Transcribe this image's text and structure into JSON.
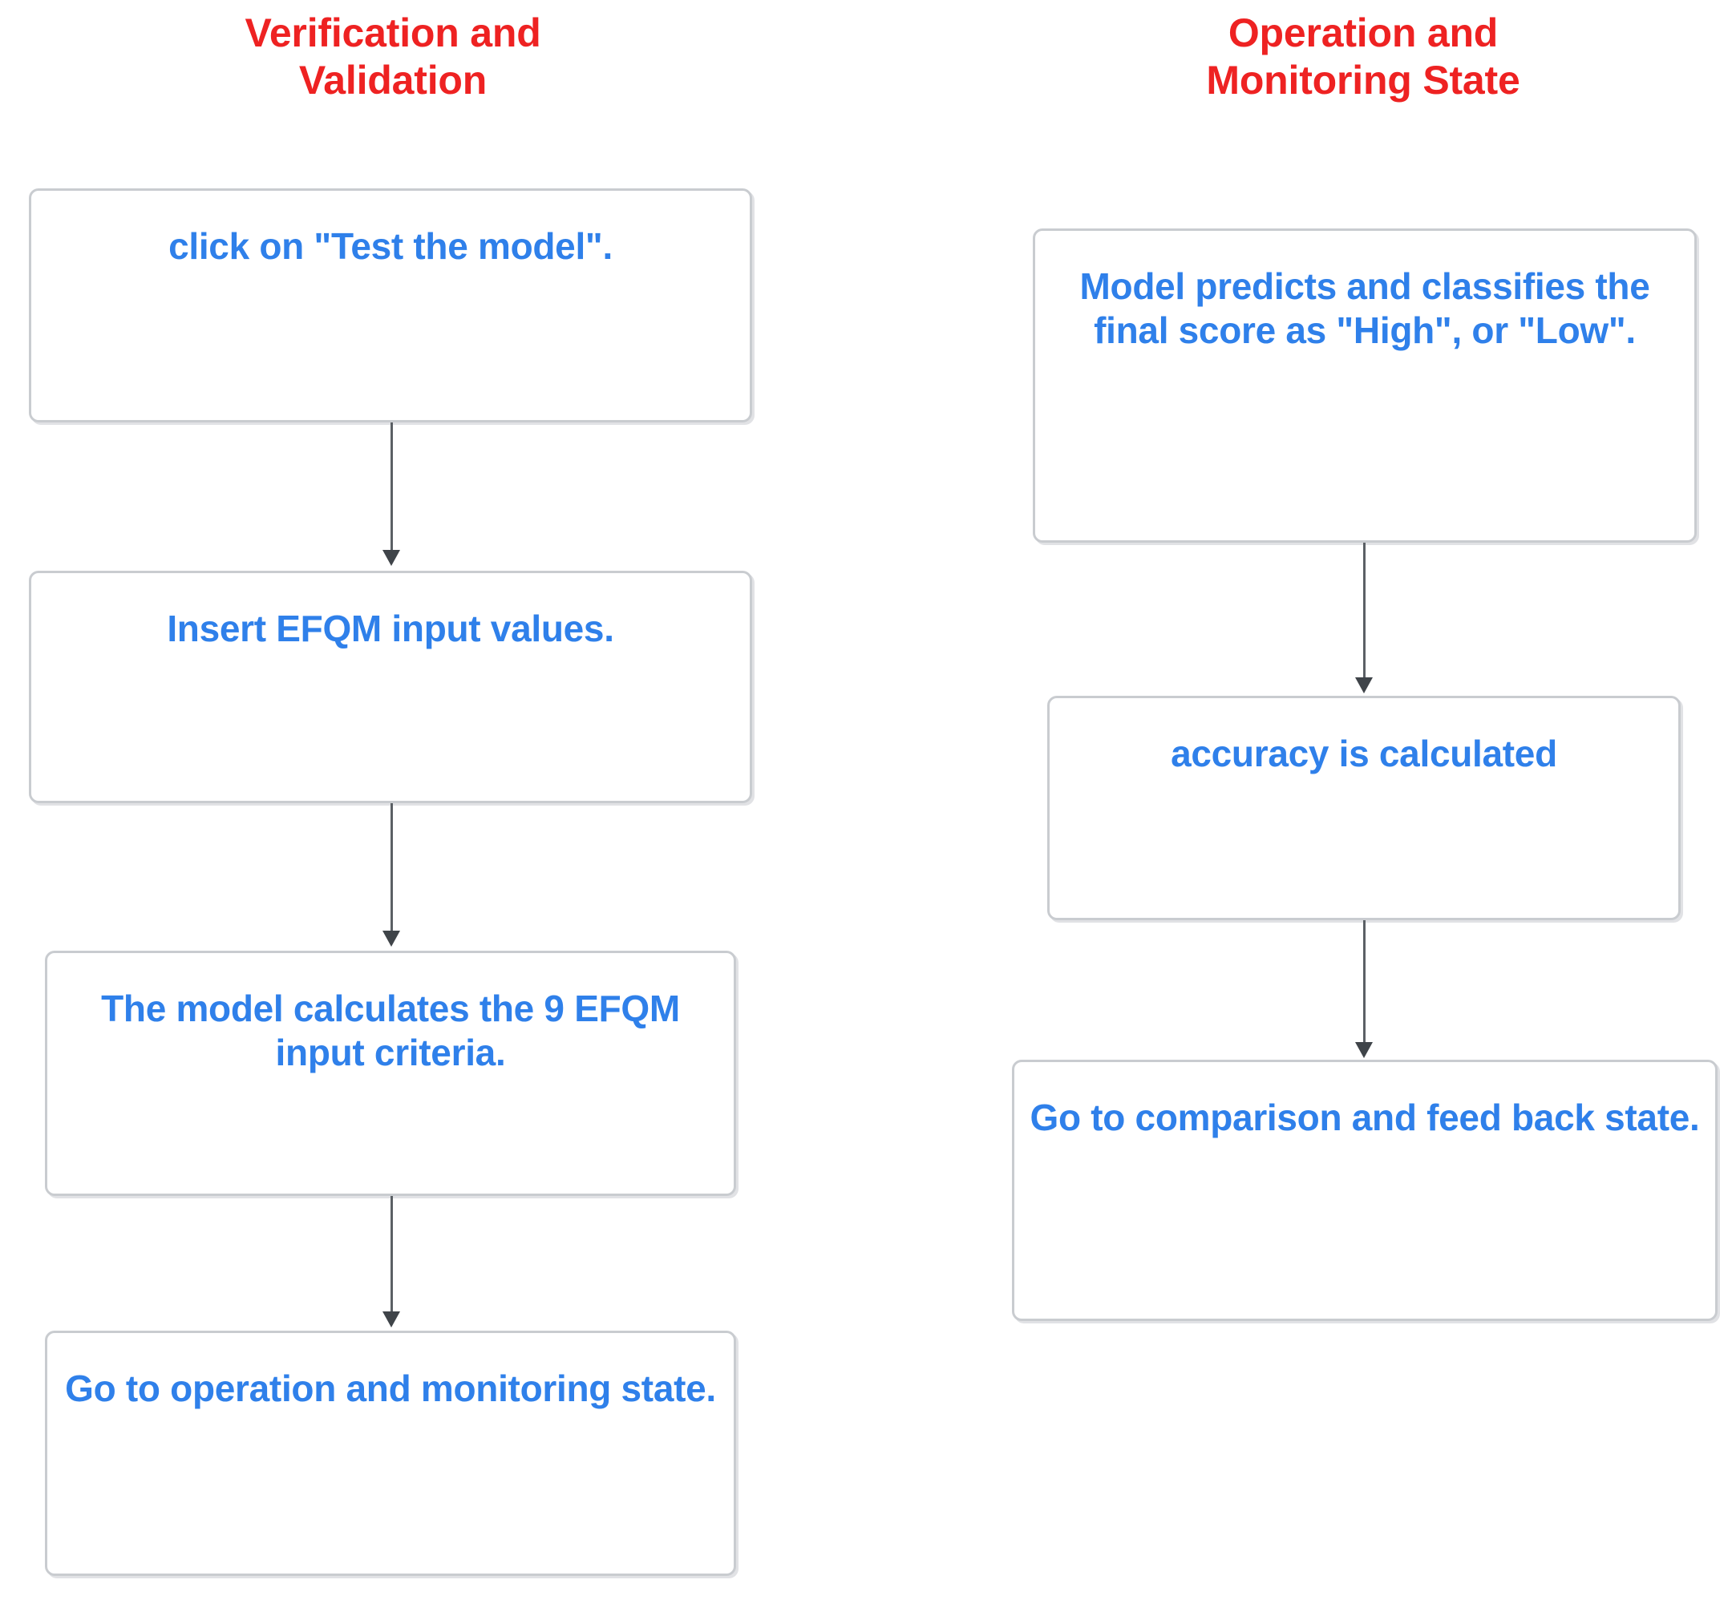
{
  "diagram": {
    "type": "flowchart",
    "orientation": "two-column vertical flow",
    "columns": [
      {
        "id": "verification-and-validation",
        "title": "Verification and\nValidation",
        "title_line1": "Verification and",
        "title_line2": "Validation",
        "nodes": [
          {
            "id": "l1",
            "text": "click on \"Test the model\"."
          },
          {
            "id": "l2",
            "text": "Insert EFQM input values."
          },
          {
            "id": "l3",
            "text": "The model calculates the 9 EFQM input criteria."
          },
          {
            "id": "l4",
            "text": "Go to operation and monitoring state."
          }
        ]
      },
      {
        "id": "operation-and-monitoring-state",
        "title": "Operation and\nMonitoring State",
        "title_line1": "Operation and",
        "title_line2": "Monitoring State",
        "nodes": [
          {
            "id": "r1",
            "text": "Model predicts and classifies the final score as \"High\", or \"Low\"."
          },
          {
            "id": "r2",
            "text": "accuracy is calculated"
          },
          {
            "id": "r3",
            "text": "Go to comparison and feed back state."
          }
        ]
      }
    ],
    "edges": [
      {
        "from": "l1",
        "to": "l2"
      },
      {
        "from": "l2",
        "to": "l3"
      },
      {
        "from": "l3",
        "to": "l4"
      },
      {
        "from": "r1",
        "to": "r2"
      },
      {
        "from": "r2",
        "to": "r3"
      }
    ]
  },
  "colors": {
    "title_red": "#ee2222",
    "node_text_blue": "#2f80ea",
    "node_border_gray": "#c9ccd0",
    "connector_gray": "#5b6065",
    "background": "#ffffff"
  }
}
